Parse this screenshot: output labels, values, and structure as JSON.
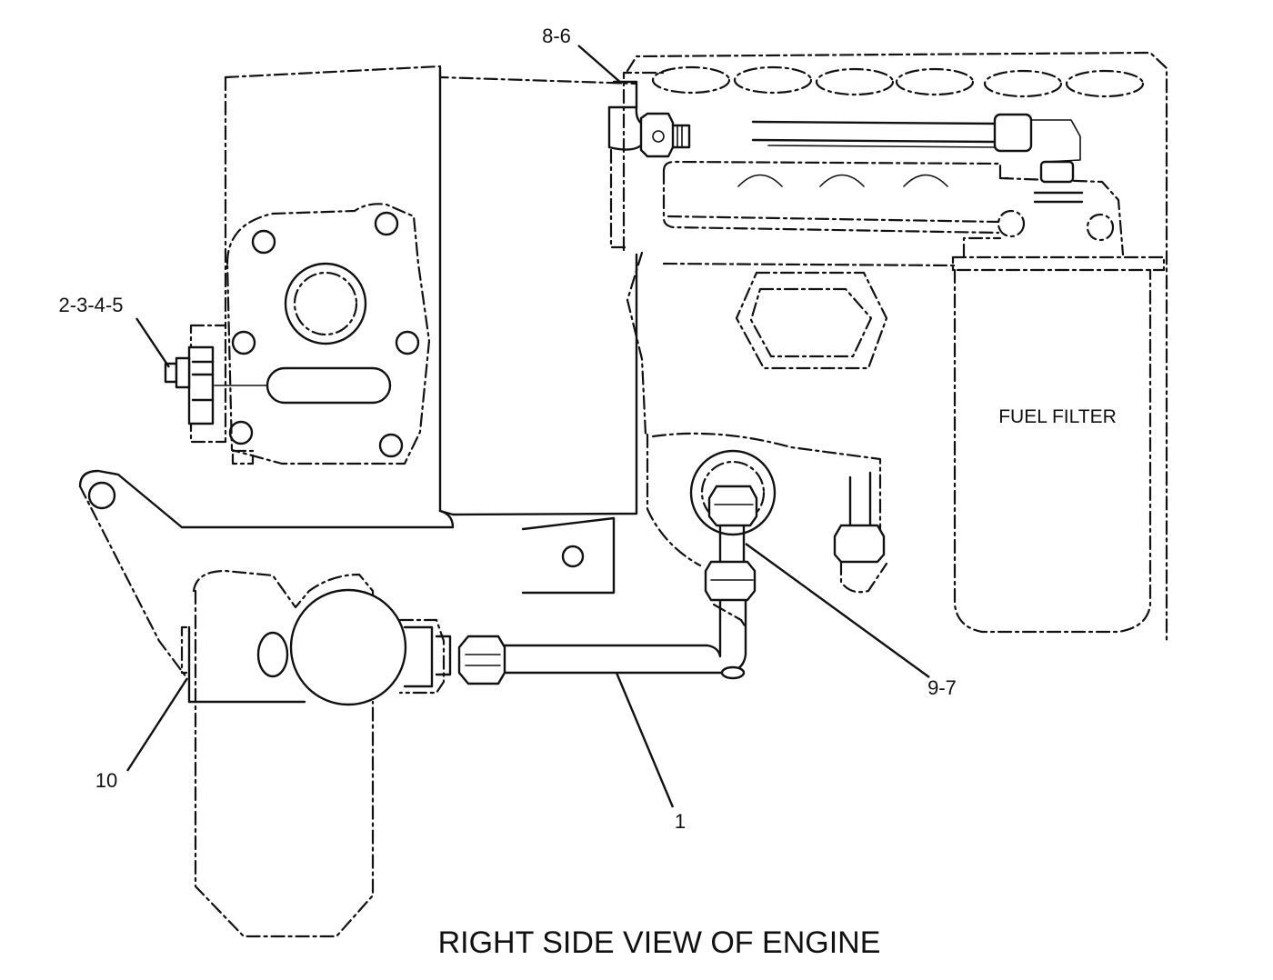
{
  "callouts": {
    "c_8_6": "8-6",
    "c_2_3_4_5": "2-3-4-5",
    "c_9_7": "9-7",
    "c_10": "10",
    "c_1": "1"
  },
  "labels": {
    "fuel_filter": "FUEL FILTER"
  },
  "caption": "RIGHT SIDE VIEW OF ENGINE"
}
